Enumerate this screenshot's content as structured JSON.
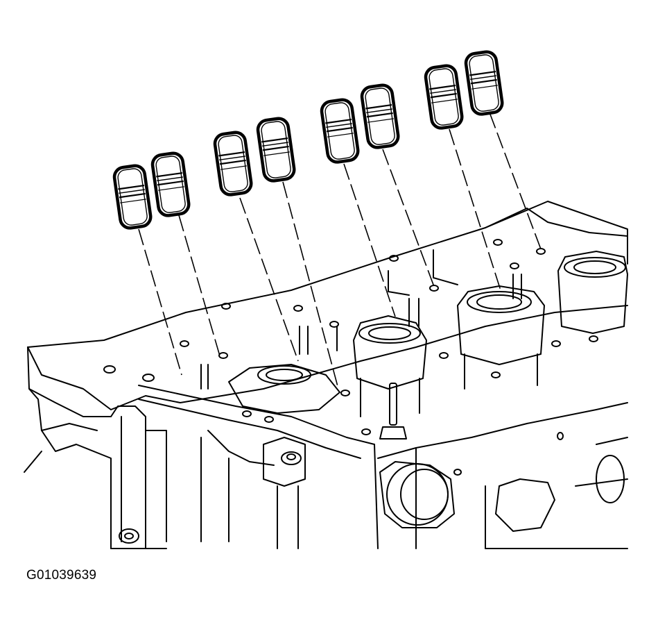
{
  "figure": {
    "id_label": "G01039639"
  },
  "diagram": {
    "subject": "cylinder-head",
    "lifter_count": 8,
    "colors": {
      "line": "#000000",
      "background": "#ffffff"
    }
  }
}
